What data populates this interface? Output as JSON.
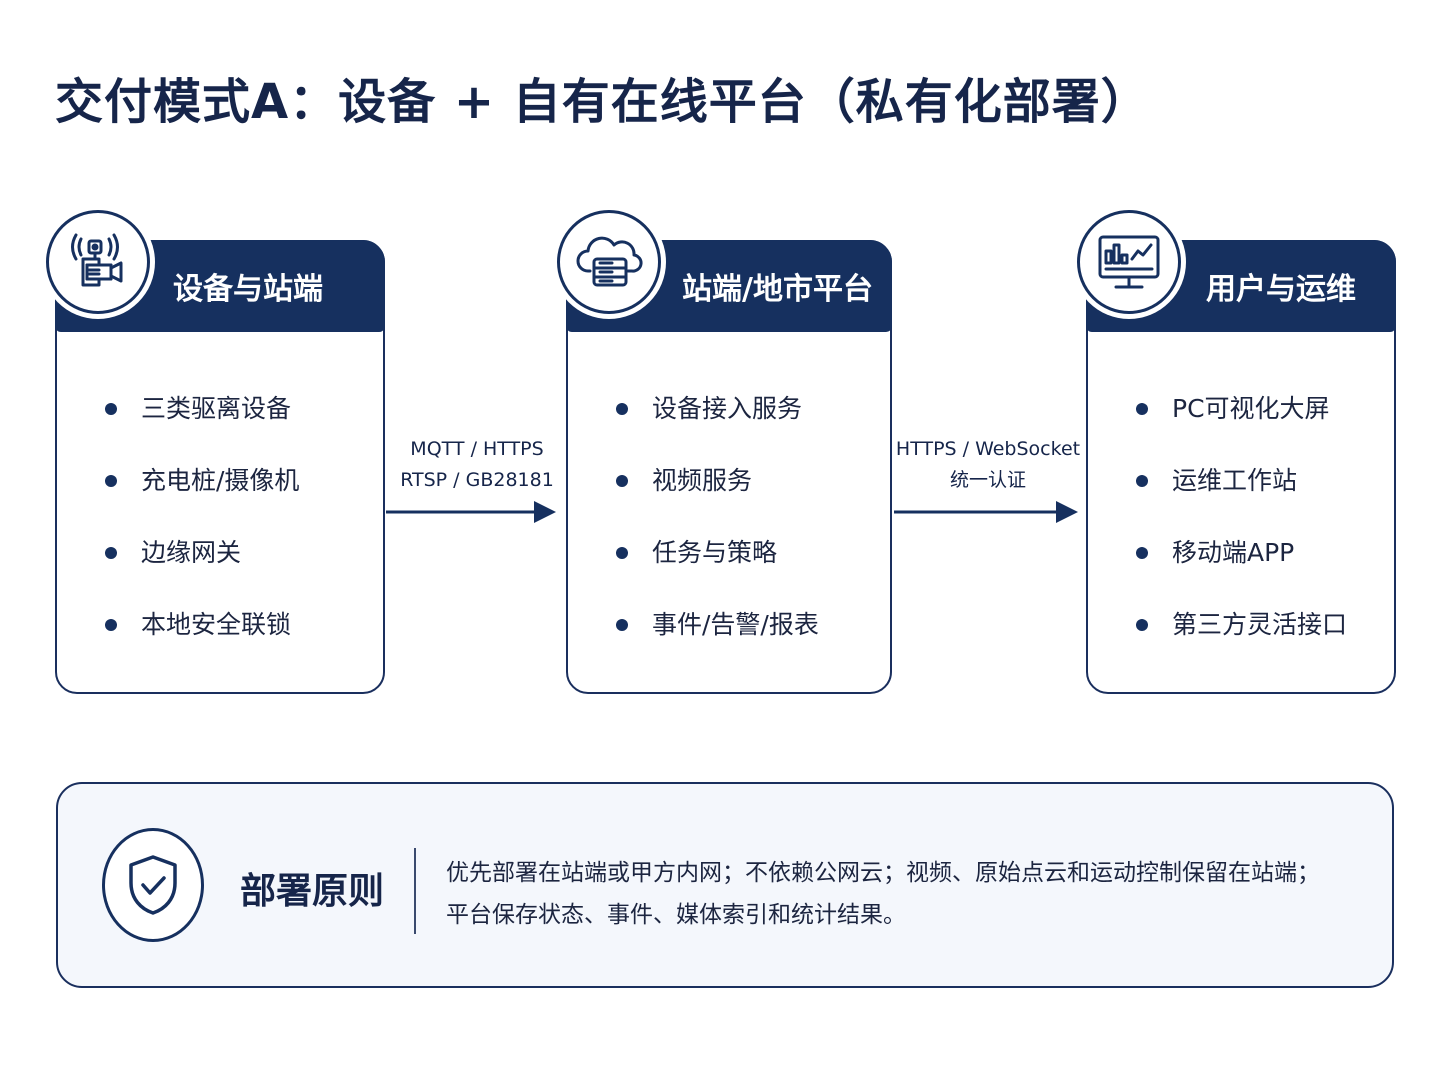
{
  "title": "交付模式A：设备 + 自有在线平台（私有化部署）",
  "colors": {
    "primary": "#16305f",
    "border": "#1a2f5e",
    "panel_bg": "#f4f7fc"
  },
  "cards": [
    {
      "title": "设备与站端",
      "icon": "camera-sensor-icon",
      "items": [
        "三类驱离设备",
        "充电桩/摄像机",
        "边缘网关",
        "本地安全联锁"
      ]
    },
    {
      "title": "站端/地市平台",
      "icon": "cloud-server-icon",
      "items": [
        "设备接入服务",
        "视频服务",
        "任务与策略",
        "事件/告警/报表"
      ]
    },
    {
      "title": "用户与运维",
      "icon": "dashboard-monitor-icon",
      "items": [
        "PC可视化大屏",
        "运维工作站",
        "移动端APP",
        "第三方灵活接口"
      ]
    }
  ],
  "connections": [
    {
      "line1": "MQTT / HTTPS",
      "line2": "RTSP / GB28181"
    },
    {
      "line1": "HTTPS / WebSocket",
      "line2": "统一认证"
    }
  ],
  "principle": {
    "icon": "shield-check-icon",
    "title": "部署原则",
    "line1": "优先部署在站端或甲方内网；不依赖公网云；视频、原始点云和运动控制保留在站端；",
    "line2": "平台保存状态、事件、媒体索引和统计结果。"
  }
}
